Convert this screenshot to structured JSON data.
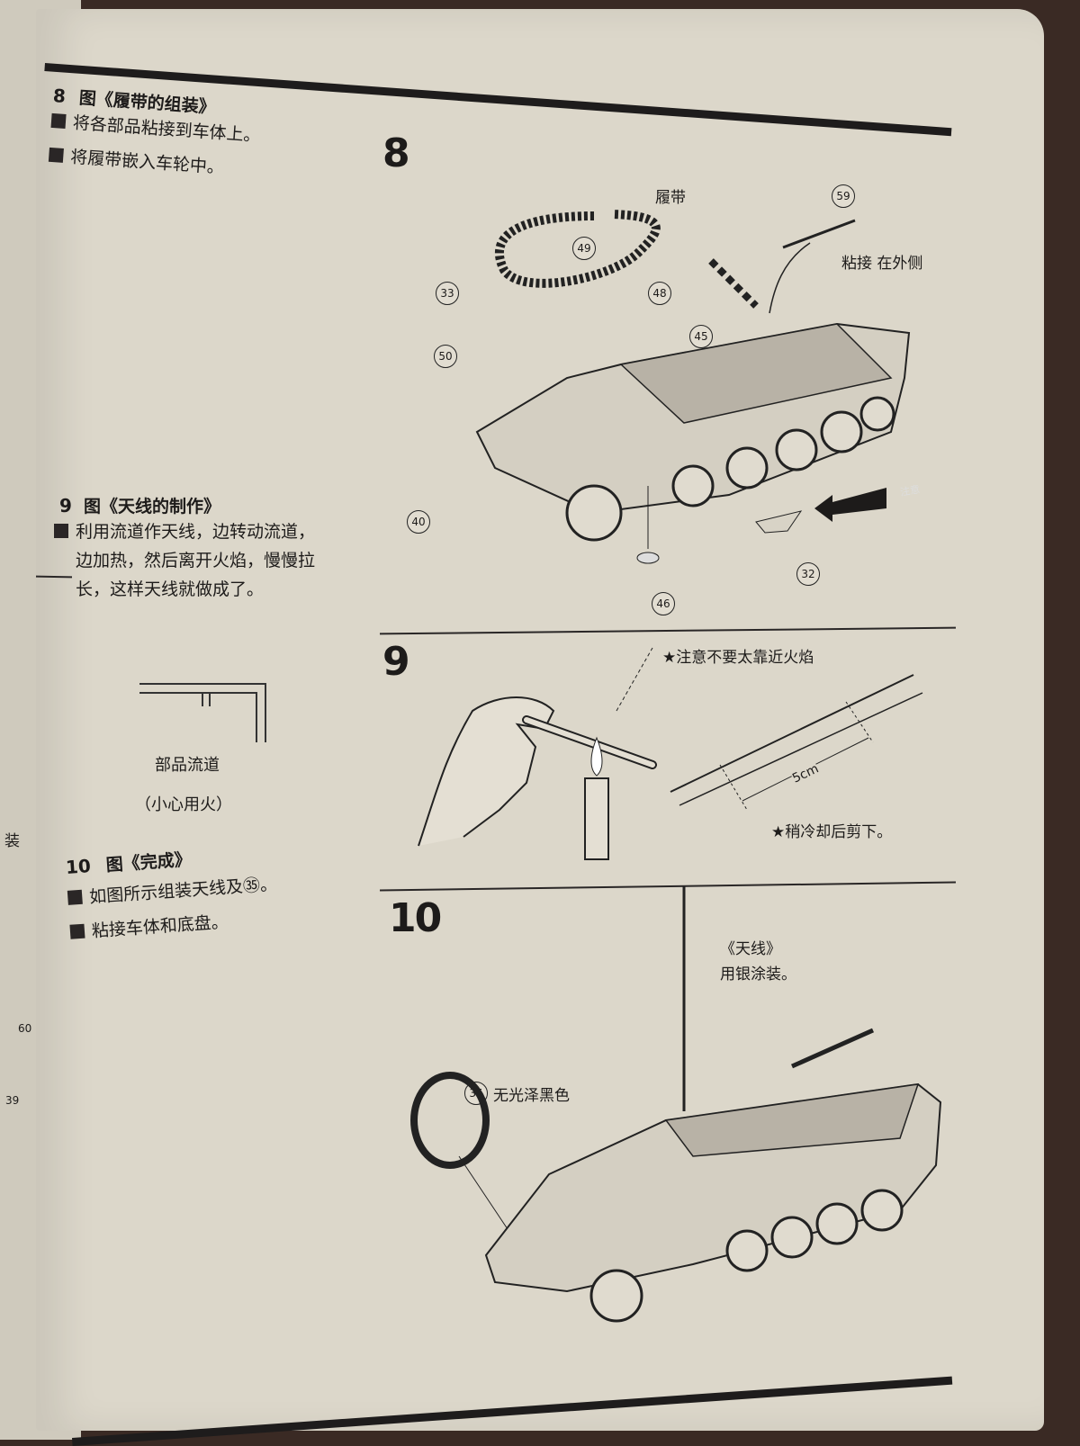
{
  "left_page_fragments": [
    "装",
    "60",
    "39"
  ],
  "instructions": {
    "section8": {
      "number": "8",
      "title": "图《履带的组装》",
      "bullets": [
        "将各部品粘接到车体上。",
        "将履带嵌入车轮中。"
      ]
    },
    "section9": {
      "number": "9",
      "title": "图《天线的制作》",
      "bullet_lines": [
        "利用流道作天线，边转动流道，",
        "边加热，然后离开火焰，慢慢拉",
        "长，这样天线就做成了。"
      ],
      "sprue_label": "部品流道",
      "sprue_caution": "（小心用火）"
    },
    "section10": {
      "number": "10",
      "title": "图《完成》",
      "bullets": [
        "如图所示组装天线及㉟。",
        "粘接车体和底盘。"
      ]
    }
  },
  "diagrams": {
    "step8": {
      "step_number": "8",
      "track_label": "履带",
      "attach_note": "粘接 在外侧",
      "caution_arrow": "注意",
      "parts": [
        "59",
        "49",
        "33",
        "48",
        "45",
        "50",
        "40",
        "46",
        "32"
      ]
    },
    "step9": {
      "step_number": "9",
      "flame_warning": "★注意不要太靠近火焰",
      "length": "5cm",
      "cut_note": "★稍冷却后剪下。"
    },
    "step10": {
      "step_number": "10",
      "antenna_title": "《天线》",
      "antenna_paint": "用银涂装。",
      "part_number": "35",
      "part_paint": "无光泽黑色"
    }
  }
}
